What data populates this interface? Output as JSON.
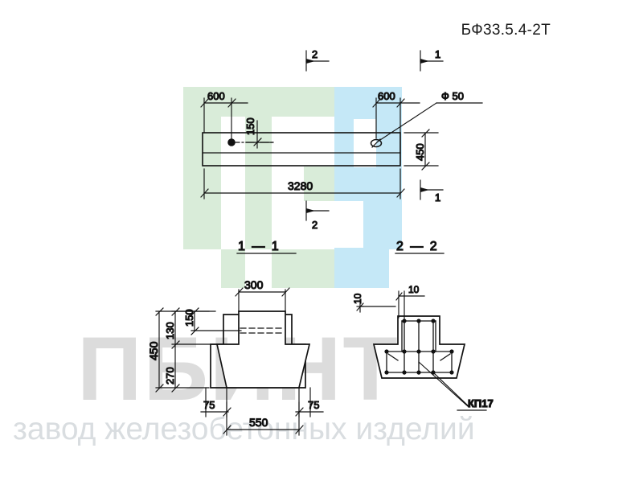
{
  "document": {
    "title": "БФ33.5.4-2Т",
    "type": "technical-drawing",
    "language": "ru"
  },
  "watermark": {
    "logo_text": "ПБИНТ",
    "tagline": "завод железобетонных изделий",
    "block_colors": {
      "green": "#d9ecd9",
      "blue": "#c5e8f7",
      "grey": "#dcdcdc"
    }
  },
  "views": {
    "elevation": {
      "name": "elevation-view",
      "dimensions": {
        "overall_length": "3280",
        "height": "450",
        "end_offset_left": "600",
        "end_offset_right": "600",
        "hole_offset": "150",
        "hole_diameter": "Ф 50"
      },
      "section_marks": [
        {
          "label": "1",
          "position": "top-right"
        },
        {
          "label": "1",
          "position": "bottom-right"
        },
        {
          "label": "2",
          "position": "top-middle"
        },
        {
          "label": "2",
          "position": "bottom-middle"
        }
      ]
    },
    "section_1_1": {
      "name": "section-1-1",
      "title": "1 — 1",
      "dimensions": {
        "top_flange_width": "300",
        "total_height": "450",
        "upper_height": "130",
        "lower_height": "270",
        "rib_depth": "150",
        "bottom_width": "550",
        "left_taper": "75",
        "right_taper": "75"
      }
    },
    "section_2_2": {
      "name": "section-2-2",
      "title": "2 — 2",
      "dimensions": {
        "cover_top": "10",
        "cover_side": "10"
      },
      "callouts": [
        {
          "label": "КП17",
          "target": "reinforcement-cage"
        }
      ]
    }
  }
}
